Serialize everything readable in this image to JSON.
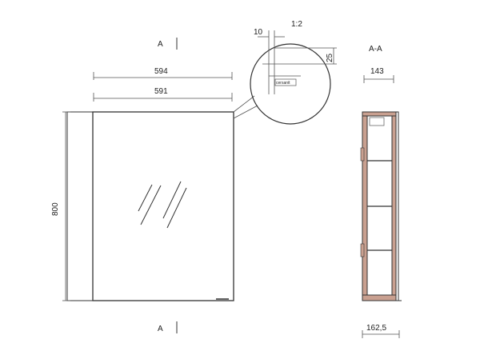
{
  "section_marks": {
    "top": "A",
    "bottom": "A",
    "section_title": "A-A"
  },
  "dimensions": {
    "overall_width": "594",
    "door_width": "591",
    "height": "800",
    "detail_gap": "10",
    "detail_offset": "25",
    "detail_scale": "1:2",
    "depth_top": "143",
    "depth_bottom": "162,5"
  },
  "detail_logo": "cersanit",
  "colors": {
    "line": "#333333",
    "dim_line": "#555555",
    "section_fill": "#c9a090",
    "background": "#ffffff"
  }
}
